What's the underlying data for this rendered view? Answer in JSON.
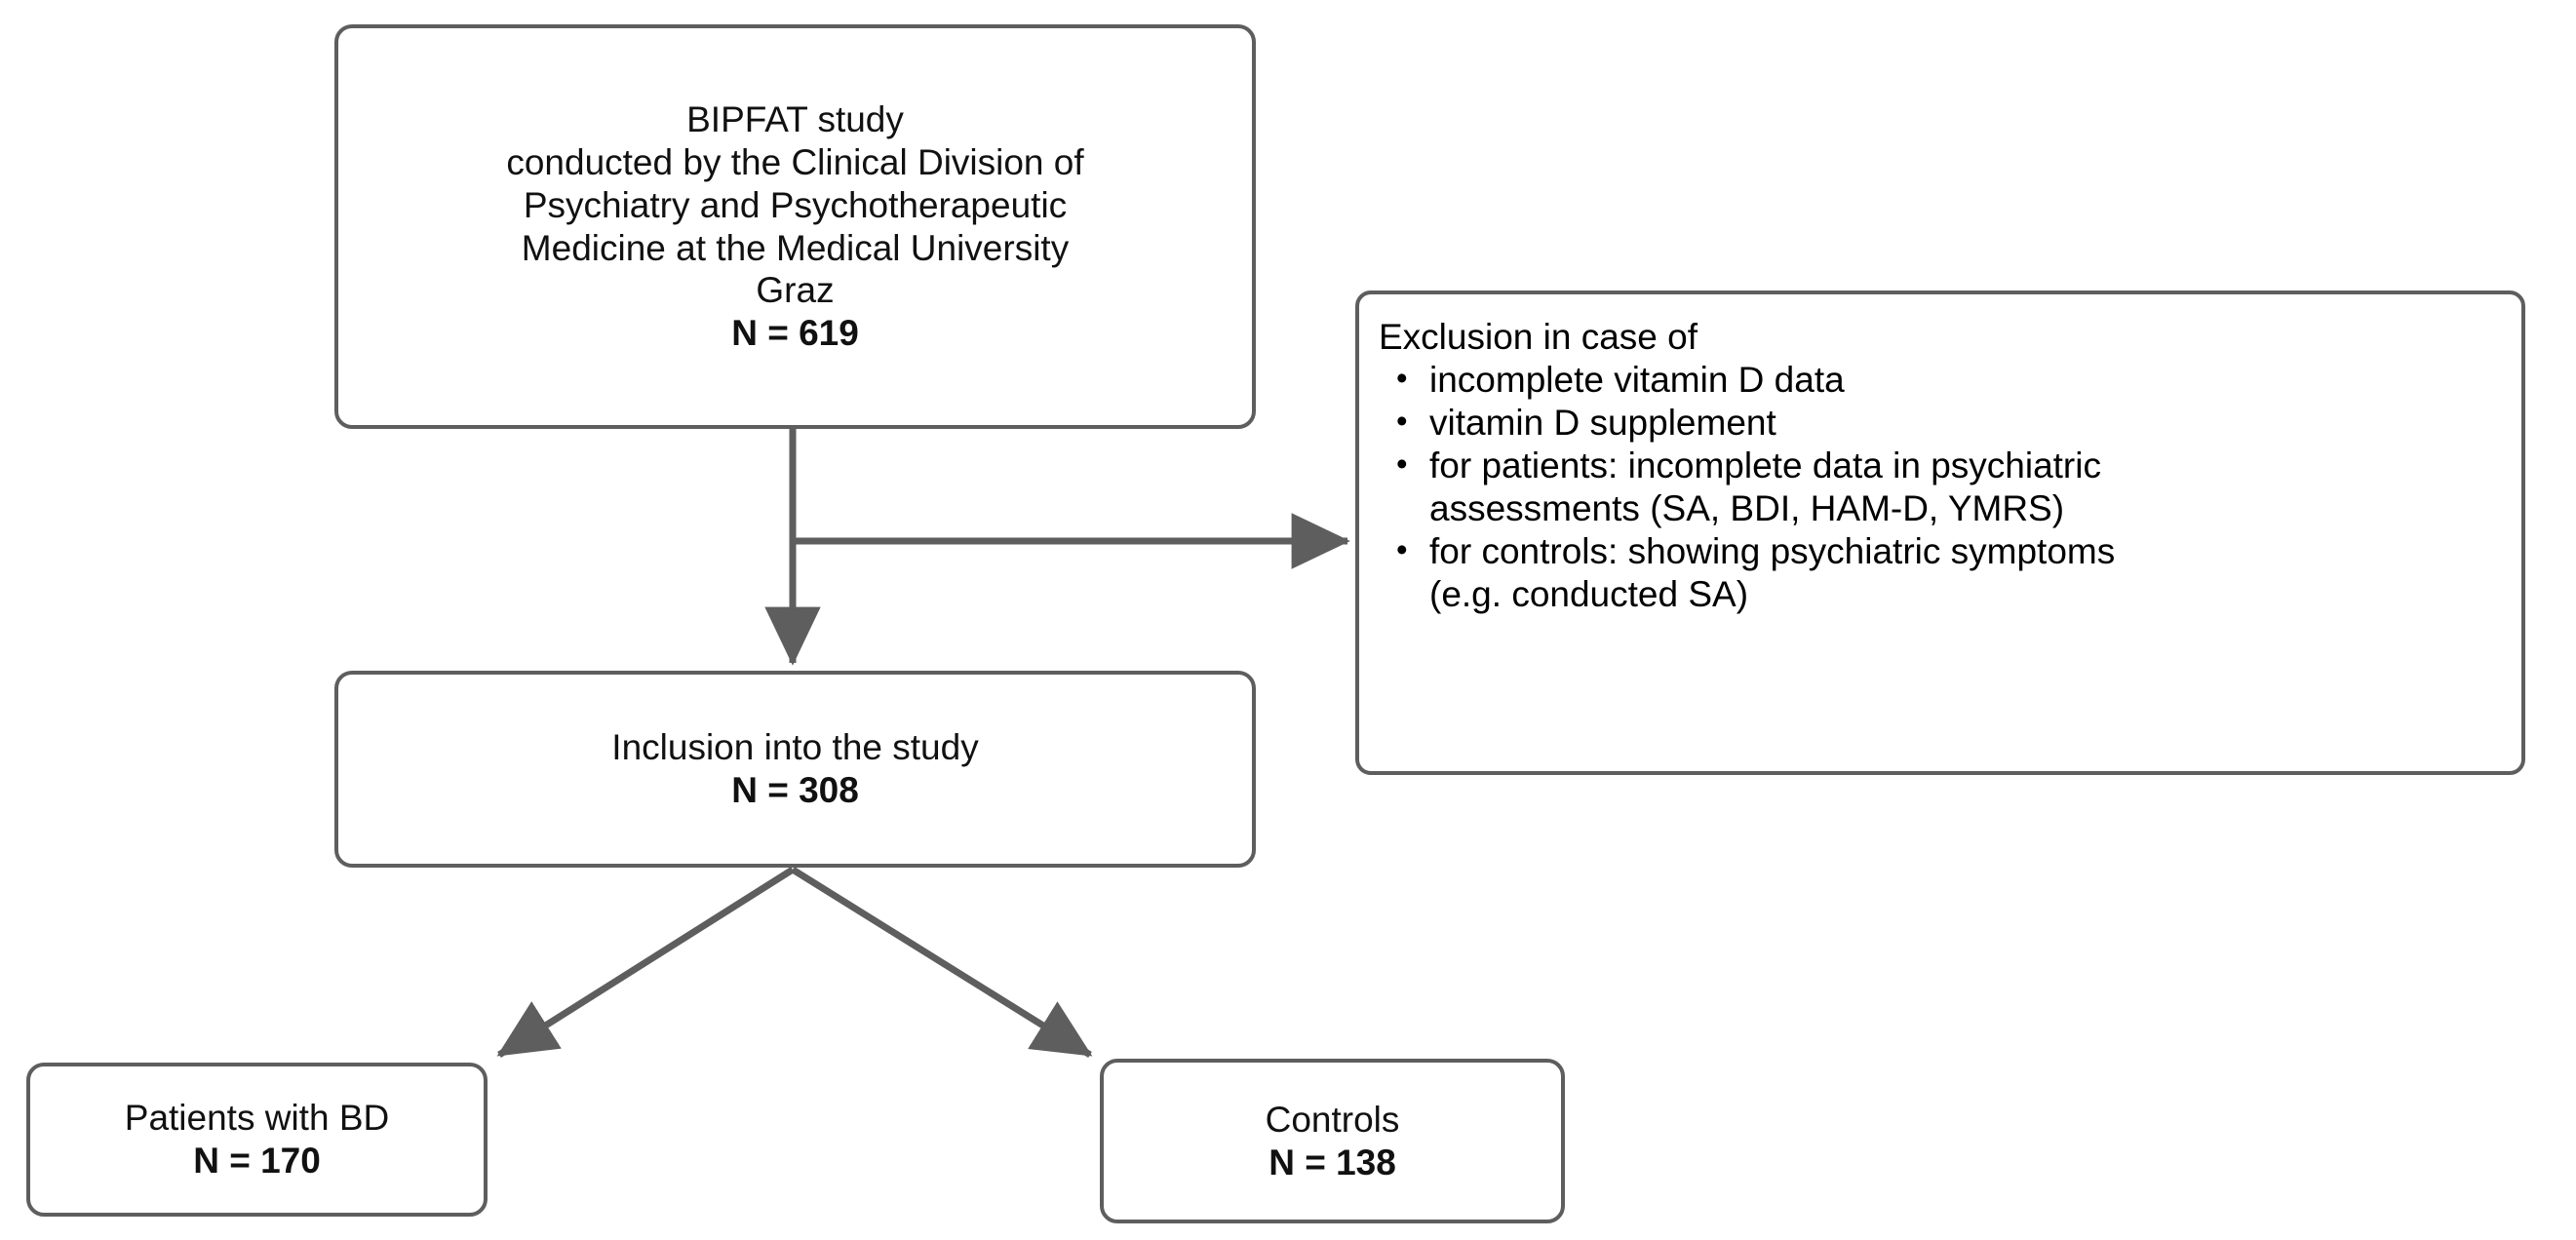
{
  "diagram": {
    "title": "BIPFAT study participant flow",
    "stroke_color": "#5e5e5e",
    "text_color": "#111111",
    "background": "#ffffff"
  },
  "nodes": {
    "study": {
      "lines": [
        "BIPFAT study",
        "conducted by the Clinical Division of",
        "Psychiatry and Psychotherapeutic",
        "Medicine at the Medical University",
        "Graz"
      ],
      "count_label": "N = 619",
      "count_value": 619
    },
    "exclusion": {
      "heading": "Exclusion in case of",
      "items": [
        {
          "text": "incomplete vitamin D data",
          "continuation": ""
        },
        {
          "text": "vitamin D supplement",
          "continuation": ""
        },
        {
          "text": "for patients: incomplete data in psychiatric",
          "continuation": "assessments (SA, BDI, HAM-D, YMRS)"
        },
        {
          "text": "for controls: showing psychiatric symptoms",
          "continuation": "(e.g. conducted SA)"
        }
      ]
    },
    "inclusion": {
      "label": "Inclusion into the study",
      "count_label": "N = 308",
      "count_value": 308
    },
    "patients": {
      "label": "Patients with BD",
      "count_label": "N = 170",
      "count_value": 170
    },
    "controls": {
      "label": "Controls",
      "count_label": "N = 138",
      "count_value": 138
    }
  },
  "connectors": [
    {
      "name": "study-to-inclusion",
      "from": "study",
      "to": "inclusion",
      "direction": "down"
    },
    {
      "name": "study-to-exclusion",
      "from": "study",
      "to": "exclusion",
      "direction": "right"
    },
    {
      "name": "inclusion-to-patients",
      "from": "inclusion",
      "to": "patients",
      "direction": "down-left"
    },
    {
      "name": "inclusion-to-controls",
      "from": "inclusion",
      "to": "controls",
      "direction": "down-right"
    }
  ]
}
